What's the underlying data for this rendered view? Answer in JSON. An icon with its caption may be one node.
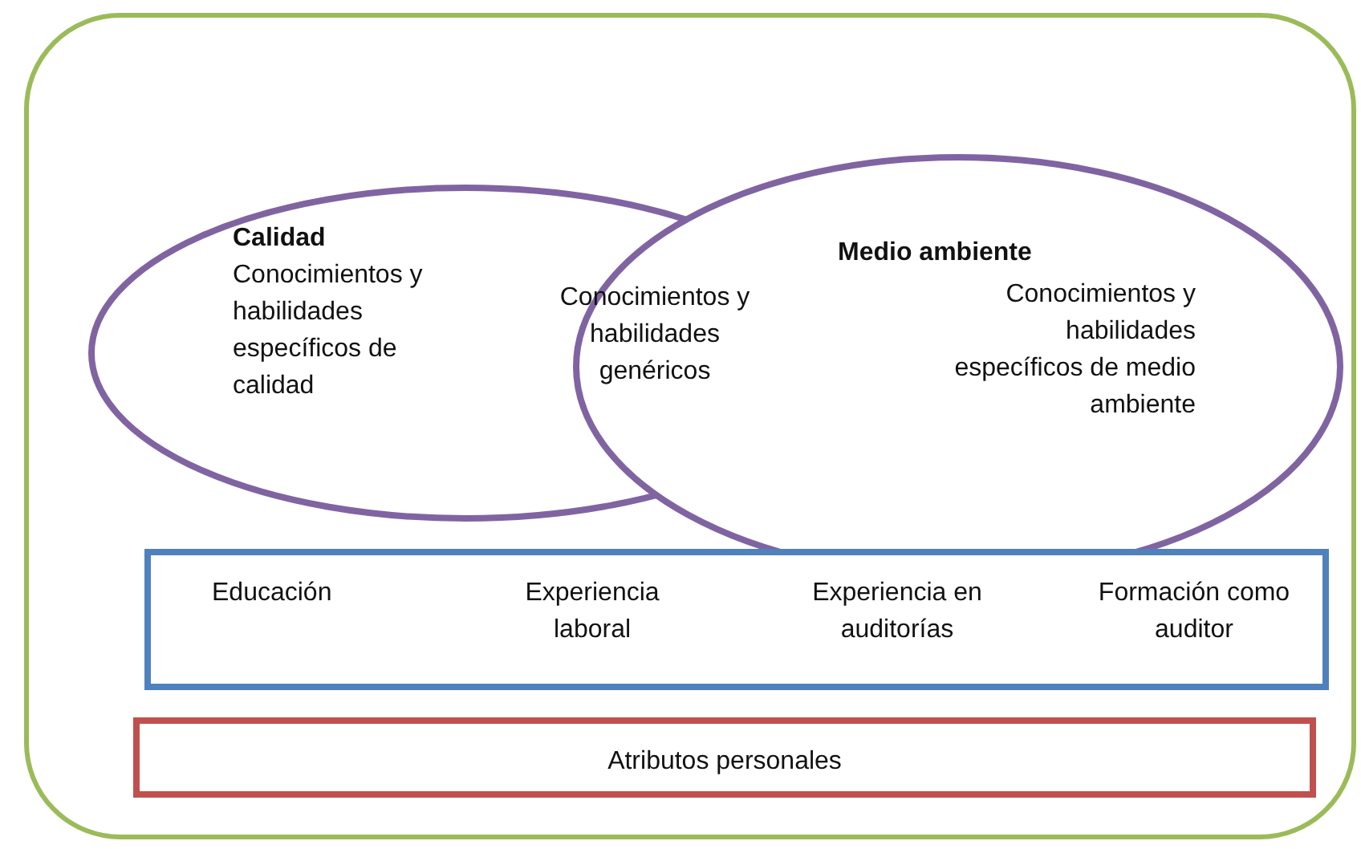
{
  "diagram": {
    "nodes": [
      {
        "text": [],
        "shape": "box"
      },
      {
        "text": [
          "Calidad",
          "Conocimientos y habilidades específicos de calidad"
        ],
        "in": 0
      },
      {
        "text": [
          "Medio ambiente",
          "Conocimientos y habilidades específicos de medio ambiente"
        ],
        "in": 0
      },
      {
        "text": [
          "Educación",
          "Experiencia laboral",
          "Experiencia en auditorías",
          "Formación como auditor"
        ],
        "in": 0
      },
      {
        "text": [
          "Atributos personales"
        ],
        "in": 0
      }
    ],
    "edges": [],
    "labels": [
      "Conocimientos y habilidades genéricos"
    ]
  }
}
